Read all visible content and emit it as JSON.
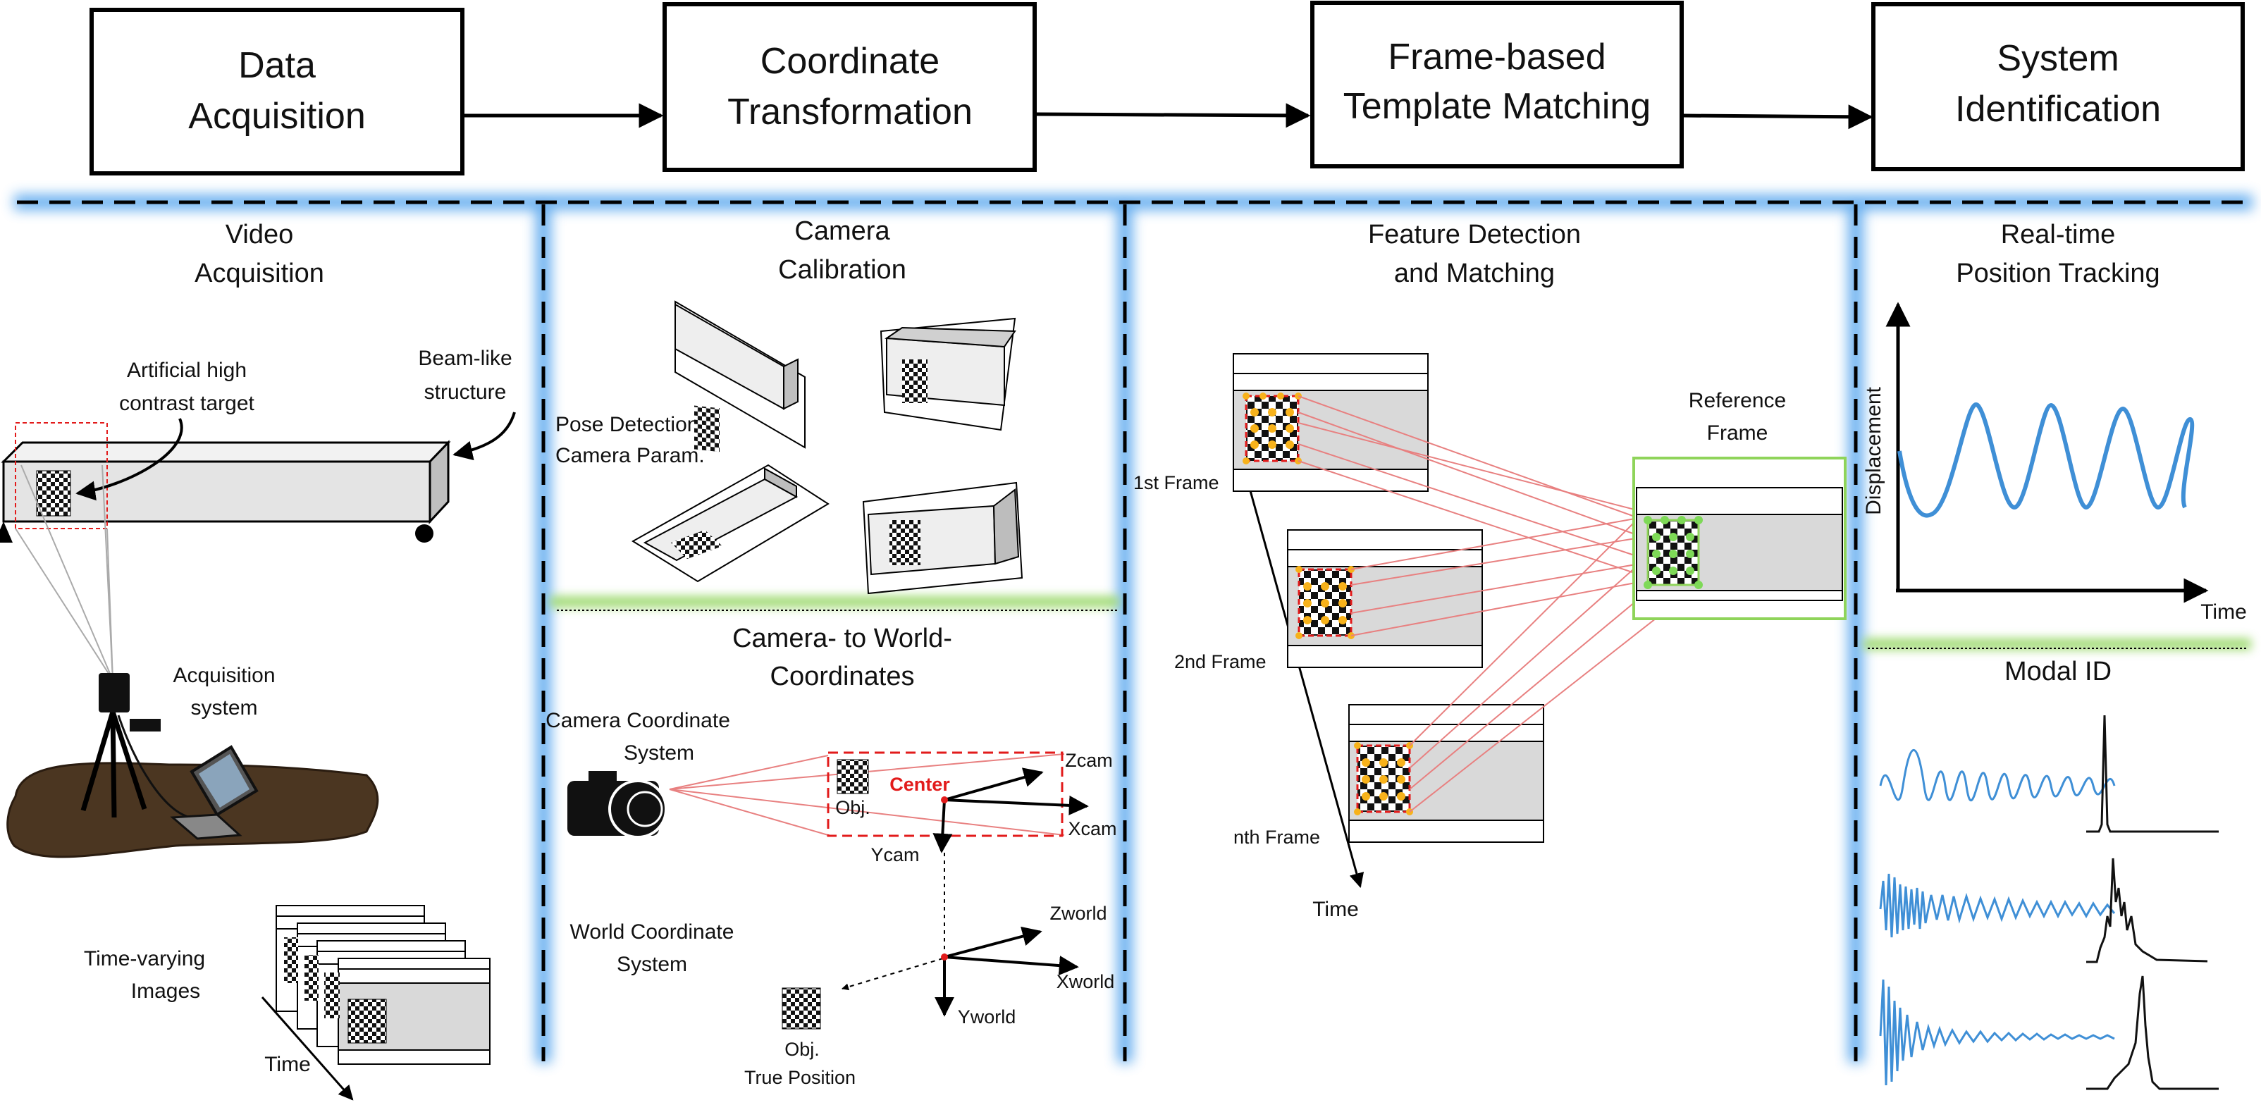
{
  "pipeline": {
    "stage1": [
      "Data",
      "Acquisition"
    ],
    "stage2": [
      "Coordinate",
      "Transformation"
    ],
    "stage3": [
      "Frame-based",
      "Template Matching"
    ],
    "stage4": [
      "System",
      "Identification"
    ]
  },
  "acquisition": {
    "title": [
      "Video",
      "Acquisition"
    ],
    "target": [
      "Artificial high",
      "contrast target"
    ],
    "structure": [
      "Beam-like",
      "structure"
    ],
    "system": [
      "Acquisition",
      "system"
    ],
    "images": [
      "Time-varying",
      "Images"
    ],
    "time": "Time"
  },
  "transformation": {
    "calib_title": [
      "Camera",
      "Calibration"
    ],
    "pose": [
      "Pose Detection",
      "Camera Param."
    ],
    "c2w_title": [
      "Camera- to World-",
      "Coordinates"
    ],
    "cam_sys": [
      "Camera Coordinate",
      "System"
    ],
    "obj": "Obj.",
    "center": "Center",
    "zcam": "Zcam",
    "xcam": "Xcam",
    "ycam": "Ycam",
    "world_sys": [
      "World Coordinate",
      "System"
    ],
    "zworld": "Zworld",
    "xworld": "Xworld",
    "yworld": "Yworld",
    "obj2": "Obj.",
    "true_pos": "True Position"
  },
  "matching": {
    "title": [
      "Feature Detection",
      "and  Matching"
    ],
    "frame1": "1st Frame",
    "frame2": "2nd Frame",
    "framen": "nth Frame",
    "time": "Time",
    "ref": [
      "Reference",
      "Frame"
    ]
  },
  "sysid": {
    "tracking_title": [
      "Real-time",
      "Position Tracking"
    ],
    "ylabel": "Displacement",
    "xlabel": "Time",
    "modal": "Modal ID"
  },
  "colors": {
    "glow": "#5aa7ee",
    "green": "#8fd45a",
    "signal": "#3f8fd6",
    "red": "#e21b1b"
  }
}
